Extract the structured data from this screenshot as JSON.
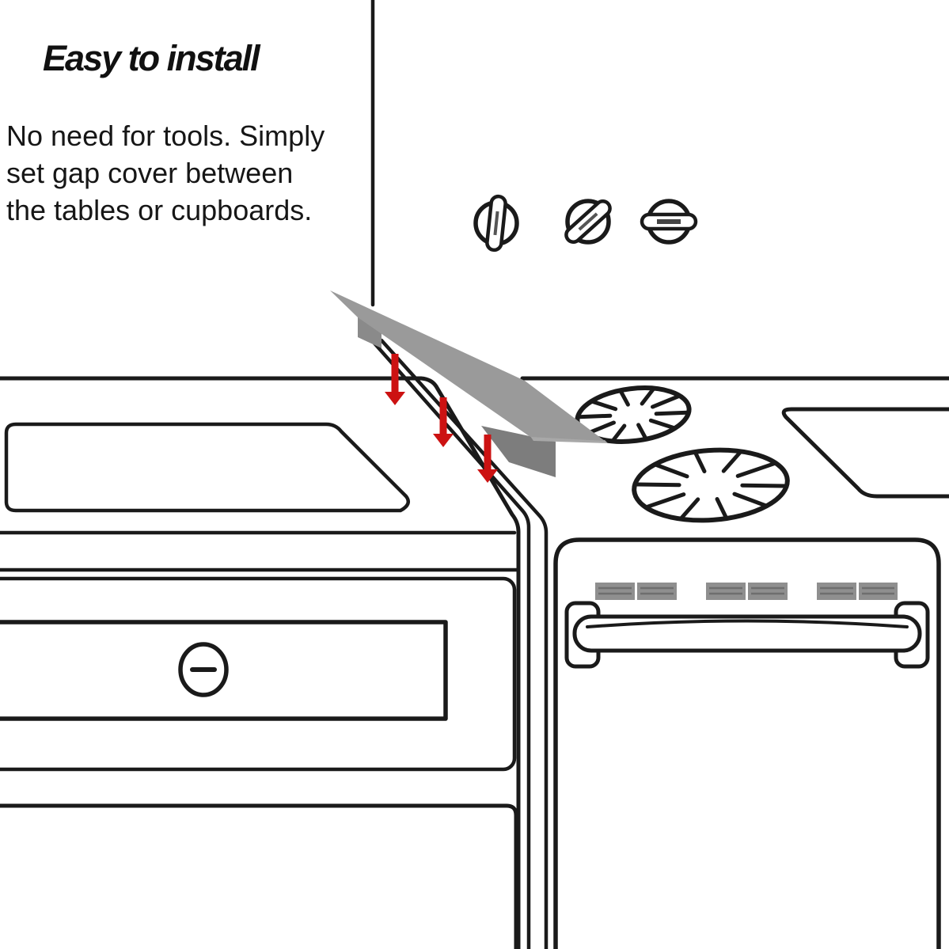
{
  "title": "Easy to install",
  "instructions": {
    "line1": "No need for tools. Simply",
    "line2": "set gap cover between",
    "line3": "the tables or cupboards."
  },
  "colors": {
    "line": "#1a1a1a",
    "cover_top": "#9a9a9a",
    "cover_front": "#7d7d7d",
    "cover_fin": "#8a8a8a",
    "cover_sliver": "#a8a8a8",
    "arrow_red": "#cc1212",
    "vent_gray": "#8f8f8f",
    "vent_stripe": "#6e6e6e"
  }
}
